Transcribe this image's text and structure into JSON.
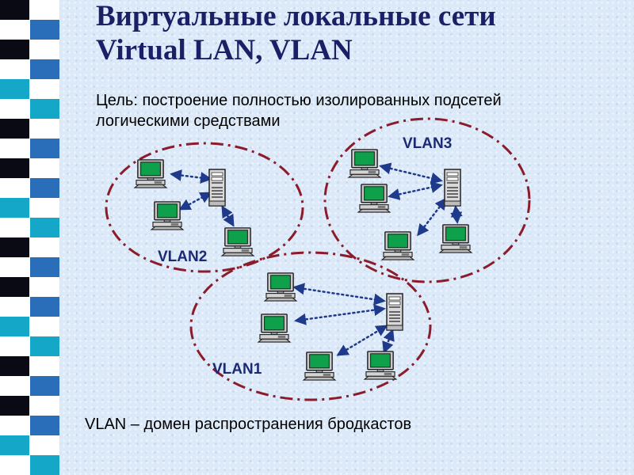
{
  "slide": {
    "title_line1": "Виртуальные локальные сети",
    "title_line2": "Virtual LAN, VLAN",
    "goal_line1": "Цель: построение полностью изолированных подсетей",
    "goal_line2": "логическими средствами",
    "footer": "VLAN – домен распространения  бродкастов"
  },
  "colors": {
    "title": "#1b1f66",
    "ellipse": "#8b1c2c",
    "link": "#1f3a8a",
    "strip_dark": "#0a0a14",
    "strip_blue": "#2a6db8",
    "strip_cyan": "#15a7c8"
  },
  "icons": {
    "workstation": "desktop-computer-icon",
    "server": "tower-server-icon"
  },
  "vlans": [
    {
      "label": "VLAN2",
      "workstations": 3,
      "servers": 1
    },
    {
      "label": "VLAN3",
      "workstations": 4,
      "servers": 1
    },
    {
      "label": "VLAN1",
      "workstations": 4,
      "servers": 1
    }
  ]
}
